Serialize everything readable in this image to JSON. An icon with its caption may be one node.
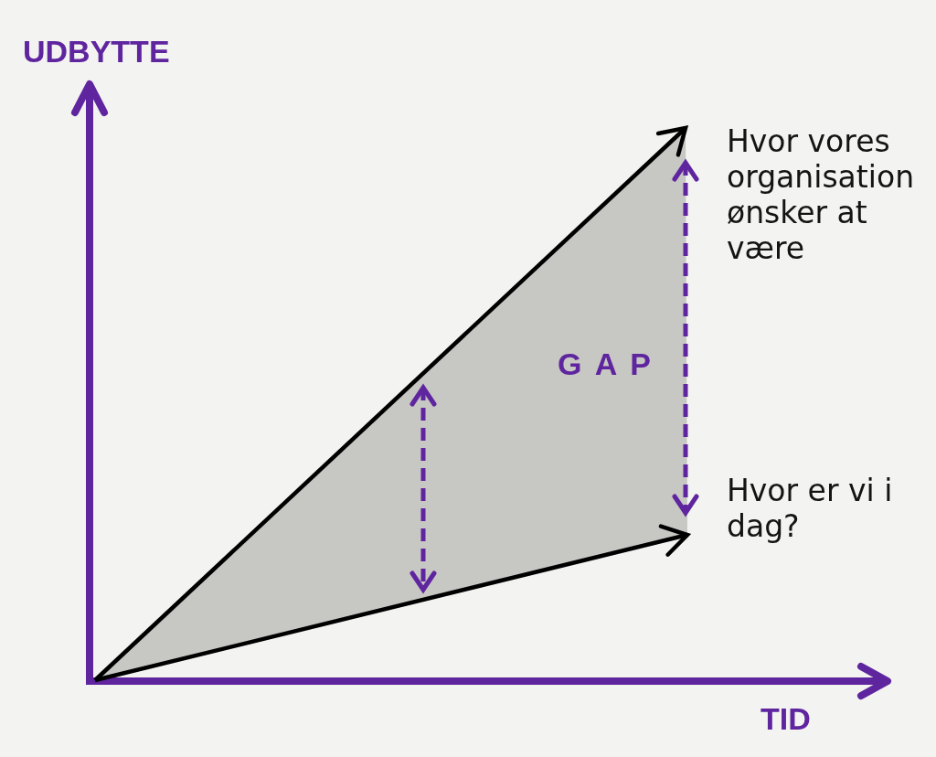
{
  "diagram": {
    "nodes": [
      {
        "text": [
          "G A P"
        ]
      },
      {
        "text": [
          "Hvor vores organisation ønsker at være"
        ]
      },
      {
        "text": [
          "Hvor er vi i dag?"
        ]
      }
    ],
    "edges": [
      {
        "from": 0,
        "to": 1,
        "arrow": "to"
      },
      {
        "from": 0,
        "to": 2,
        "arrow": "to"
      }
    ],
    "labels": [
      "UDBYTTE",
      "TID"
    ]
  }
}
